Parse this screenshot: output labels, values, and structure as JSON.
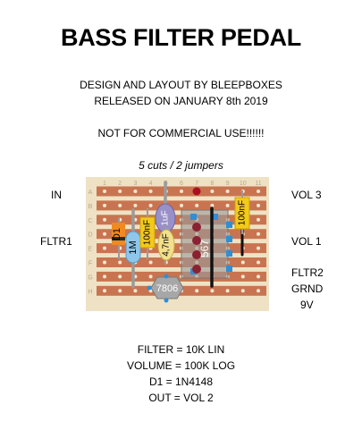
{
  "header": {
    "title": "BASS FILTER PEDAL",
    "credit_line1": "DESIGN AND LAYOUT BY BLEEPBOXES",
    "credit_line2": "RELEASED ON JANUARY 8th 2019",
    "warning": "NOT FOR COMMERCIAL USE!!!!!!",
    "cuts_note": "5 cuts / 2 jumpers"
  },
  "board": {
    "columns": [
      "1",
      "2",
      "3",
      "4",
      "5",
      "6",
      "7",
      "8",
      "9",
      "10",
      "11"
    ],
    "rows": [
      "A",
      "B",
      "C",
      "D",
      "E",
      "F",
      "G",
      "H"
    ],
    "colors": {
      "board": "#efe2c4",
      "strip": "#c97450",
      "hole": "#f4e8d2",
      "cut": "#a81020"
    }
  },
  "components": {
    "d1": "D1",
    "r1m": "1M",
    "c100n_left": "100nF",
    "c1u": "1uF",
    "c47n": "4,7nF",
    "c100n_right": "100nF",
    "ic567": "567",
    "reg7806": "7806"
  },
  "connections": {
    "left": {
      "in": "IN",
      "fltr1": "FLTR1"
    },
    "right": {
      "vol3": "VOL 3",
      "vol1": "VOL 1",
      "fltr2": "FLTR2",
      "grnd": "GRND",
      "nine_v": "9V"
    }
  },
  "notes": {
    "filter": "FILTER = 10K LIN",
    "volume": "VOLUME = 100K LOG",
    "d1": "D1 = 1N4148",
    "out": "OUT = VOL 2"
  }
}
